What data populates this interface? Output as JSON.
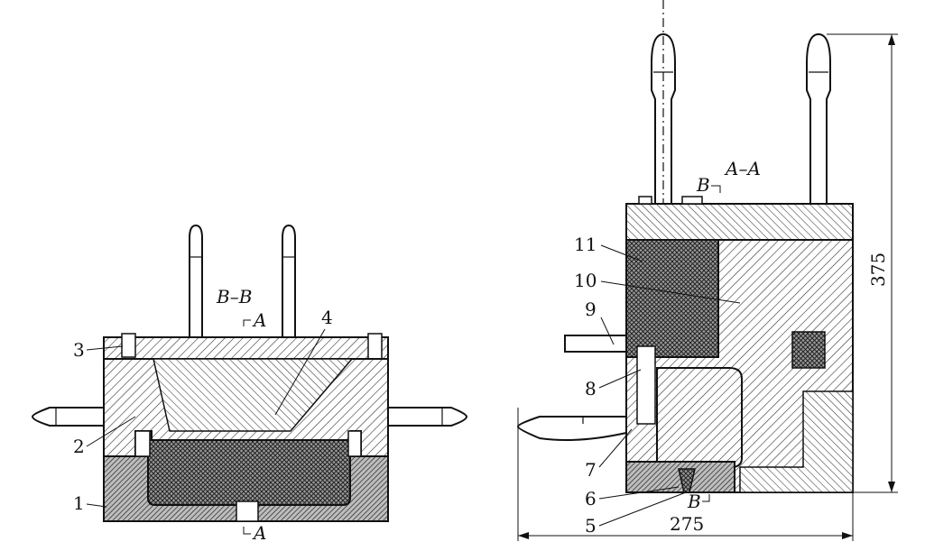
{
  "left_view": {
    "section_title": "B–B",
    "cut_marks": {
      "top": "A",
      "bottom": "A"
    },
    "callouts": [
      "1",
      "2",
      "3",
      "4"
    ]
  },
  "right_view": {
    "section_title": "A–A",
    "cut_marks": {
      "top": "B",
      "bottom": "B"
    },
    "callouts": [
      "5",
      "6",
      "7",
      "8",
      "9",
      "10",
      "11"
    ],
    "dimensions": {
      "height": "375",
      "width": "275"
    }
  }
}
